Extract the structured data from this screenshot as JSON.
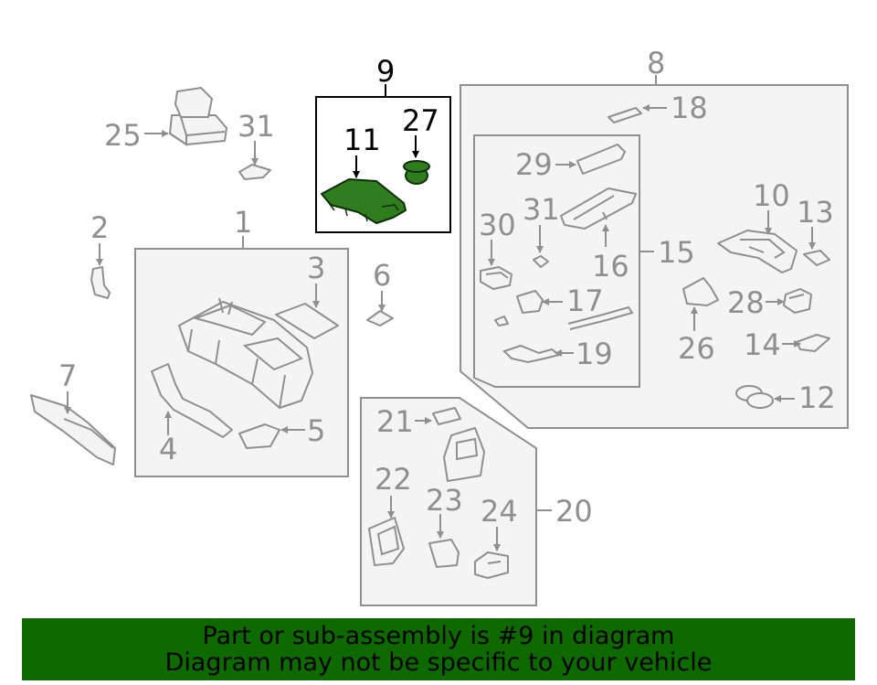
{
  "colors": {
    "line_gray": "#8f8f8f",
    "highlight_fill": "#2f7d1f",
    "banner_bg": "#0e6a00",
    "text_black": "#000000"
  },
  "callouts": {
    "n1": "1",
    "n3": "3",
    "n4": "4",
    "n5": "5",
    "n6": "6",
    "n7": "7",
    "n2": "2",
    "n8": "8",
    "n9": "9",
    "n10": "10",
    "n11": "11",
    "n12": "12",
    "n13": "13",
    "n14": "14",
    "n15": "15",
    "n16": "16",
    "n17": "17",
    "n18": "18",
    "n19": "19",
    "n20": "20",
    "n21": "21",
    "n22": "22",
    "n23": "23",
    "n24": "24",
    "n25": "25",
    "n26": "26",
    "n27": "27",
    "n28": "28",
    "n29": "29",
    "n30": "30",
    "n31a": "31",
    "n31b": "31"
  },
  "banner": {
    "line1": "Part or sub-assembly is #9 in diagram",
    "line2": "Diagram may not be specific to your vehicle"
  }
}
